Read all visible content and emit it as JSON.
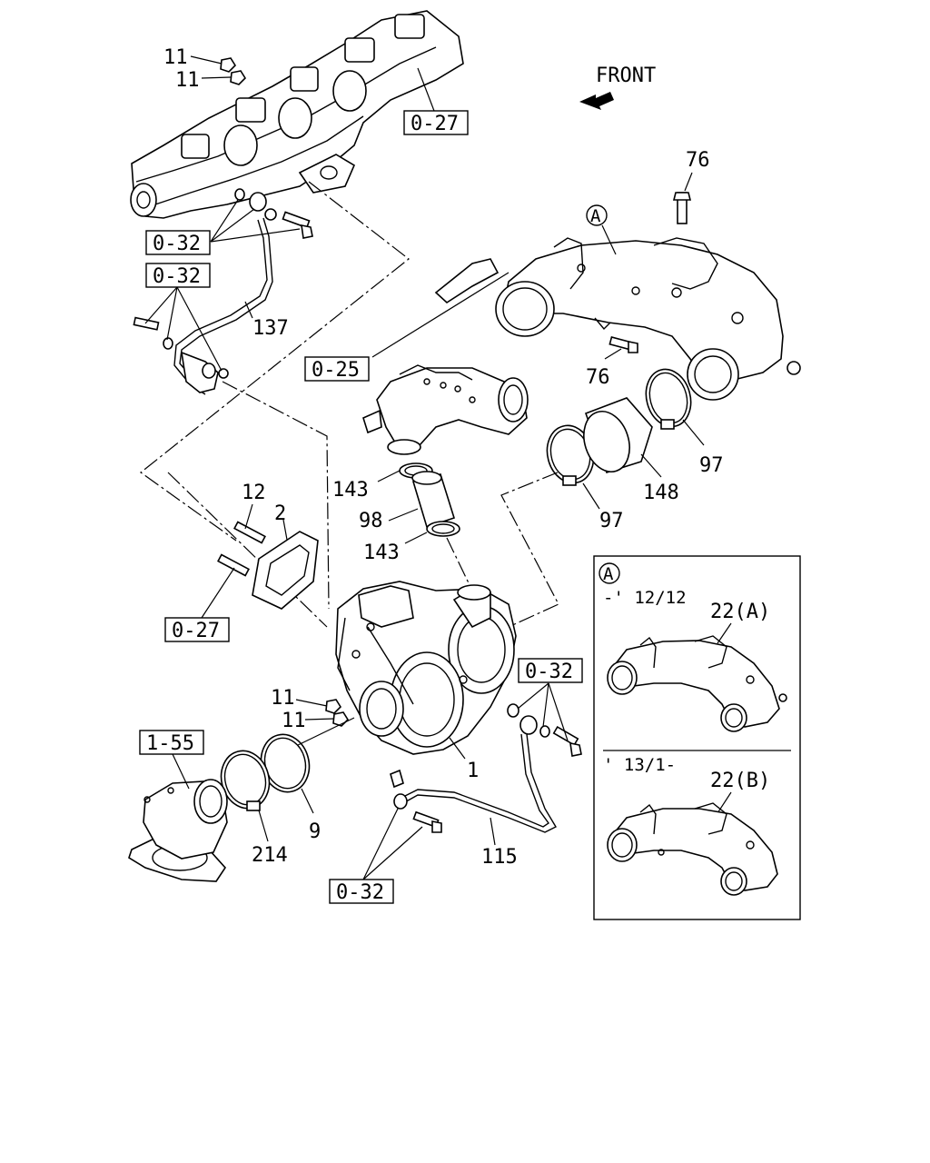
{
  "labels": {
    "front": "FRONT",
    "p11a": "11",
    "p11b": "11",
    "p11c": "11",
    "p11d": "11",
    "p76a": "76",
    "p76b": "76",
    "p137": "137",
    "p143a": "143",
    "p143b": "143",
    "p98": "98",
    "p97a": "97",
    "p97b": "97",
    "p148": "148",
    "p12": "12",
    "p2": "2",
    "p1": "1",
    "p9": "9",
    "p214": "214",
    "p115": "115",
    "callout_a_main": "A"
  },
  "refs": {
    "r027_top": "0-27",
    "r032_a": "0-32",
    "r032_b": "0-32",
    "r025": "0-25",
    "r027_left": "0-27",
    "r155": "1-55",
    "r032_right": "0-32",
    "r032_bottom": "0-32"
  },
  "inset": {
    "marker": "A",
    "range_a": "-' 12/12",
    "label_a": "22(A)",
    "range_b": "' 13/1-",
    "label_b": "22(B)"
  }
}
